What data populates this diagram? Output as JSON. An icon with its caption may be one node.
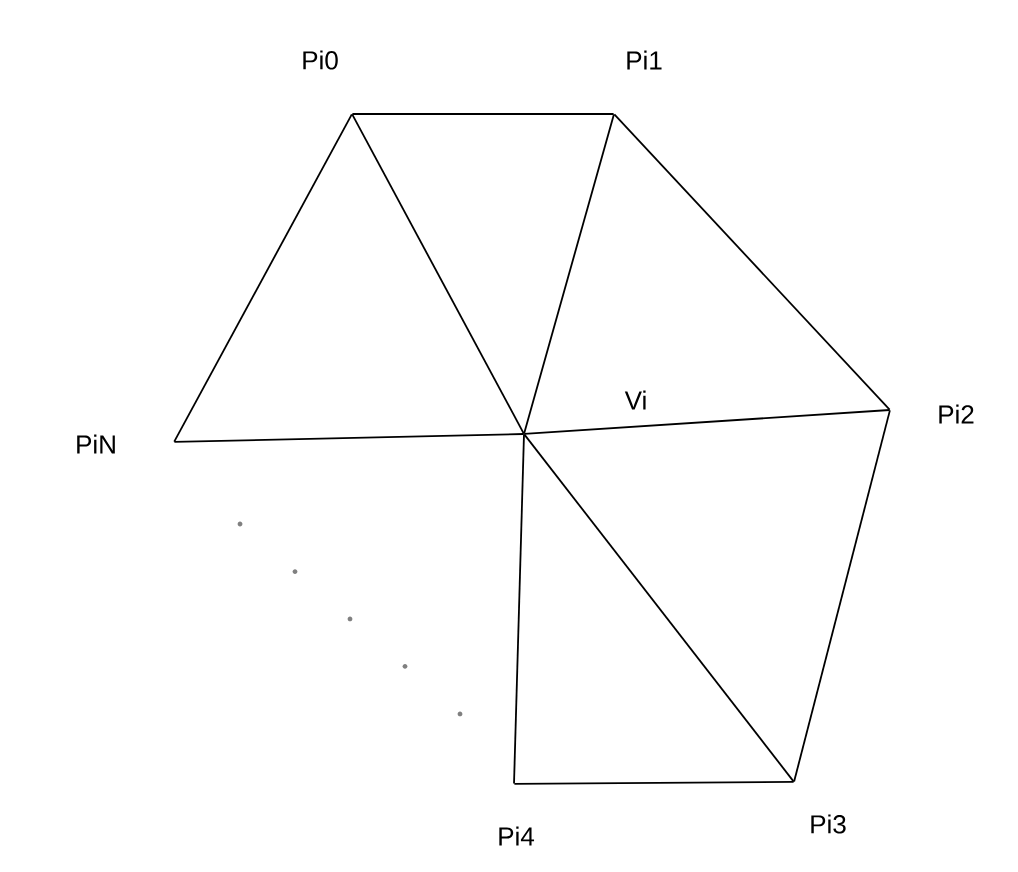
{
  "diagram": {
    "nodes": [
      {
        "text": [],
        "shape": "point",
        "beside": [
          "Pi0"
        ]
      },
      {
        "text": [],
        "shape": "point",
        "beside": [
          "Pi1"
        ]
      },
      {
        "text": [],
        "shape": "point",
        "beside": [
          "PiN"
        ]
      },
      {
        "text": [],
        "shape": "point",
        "beside": [
          "Vi"
        ]
      },
      {
        "text": [],
        "shape": "point",
        "beside": [
          "Pi2"
        ]
      },
      {
        "text": [],
        "shape": "point",
        "beside": [
          "Pi4"
        ]
      },
      {
        "text": [],
        "shape": "point",
        "beside": [
          "Pi3"
        ]
      }
    ],
    "edges": [
      {
        "from": 0,
        "to": 1,
        "arrow": "none"
      },
      {
        "from": 1,
        "to": 4,
        "arrow": "none"
      },
      {
        "from": 4,
        "to": 6,
        "arrow": "none"
      },
      {
        "from": 6,
        "to": 5,
        "arrow": "none"
      },
      {
        "from": 5,
        "to": 3,
        "arrow": "none"
      },
      {
        "from": 3,
        "to": 0,
        "arrow": "none"
      },
      {
        "from": 3,
        "to": 1,
        "arrow": "none"
      },
      {
        "from": 3,
        "to": 4,
        "arrow": "none"
      },
      {
        "from": 3,
        "to": 6,
        "arrow": "none"
      },
      {
        "from": 2,
        "to": 0,
        "arrow": "none"
      },
      {
        "from": 2,
        "to": 3,
        "arrow": "none"
      }
    ]
  }
}
